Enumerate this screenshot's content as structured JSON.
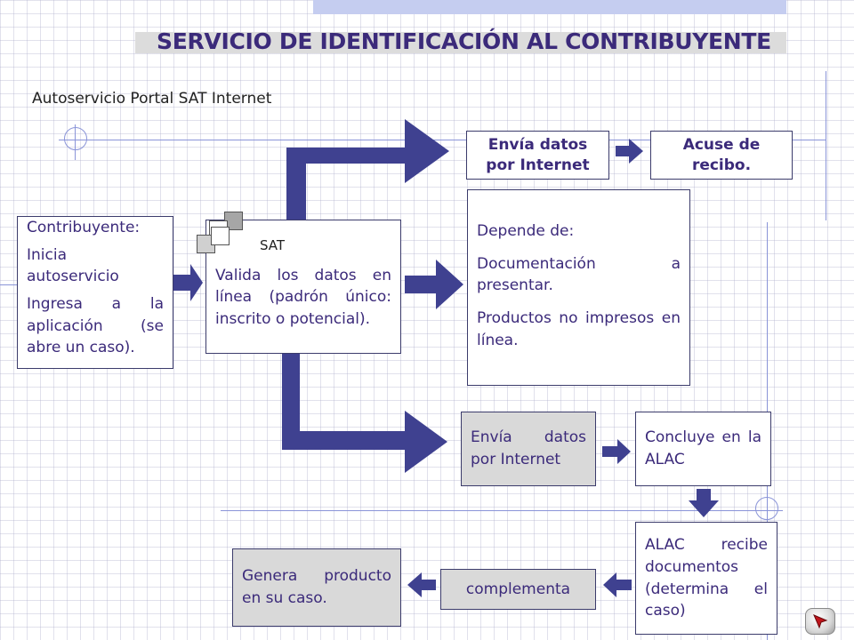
{
  "title": "SERVICIO DE IDENTIFICACIÓN AL CONTRIBUYENTE",
  "subtitle": "Autoservicio Portal SAT Internet",
  "colors": {
    "arrow": "#3f4190",
    "text": "#3b2a7a",
    "box_gray": "#d9d9d9",
    "guide": "#8a94d8",
    "band": "#c5cdf0"
  },
  "nodes": {
    "contribuyente": {
      "title": "Contribuyente:",
      "line1": "Inicia autoservicio",
      "line2": "Ingresa a la aplicación (se abre un caso)."
    },
    "sat": {
      "label": "SAT",
      "text": "Valida los datos en línea (padrón único: inscrito o potencial)."
    },
    "envia_top": {
      "text": "Envía datos por Internet"
    },
    "acuse": {
      "text": "Acuse de recibo."
    },
    "depende": {
      "title": "Depende de:",
      "item1": "Documentación a presentar.",
      "item2": "Productos no impresos en línea."
    },
    "envia_bottom": {
      "text": "Envía datos por Internet"
    },
    "concluye": {
      "text": "Concluye en la ALAC"
    },
    "alac": {
      "text": "ALAC recibe documentos (determina el caso)"
    },
    "complementa": {
      "text": "complementa"
    },
    "genera": {
      "text": "Genera producto en su caso."
    }
  },
  "icons": {
    "nav": "next-slide-icon",
    "sat": "stacked-squares-icon"
  }
}
